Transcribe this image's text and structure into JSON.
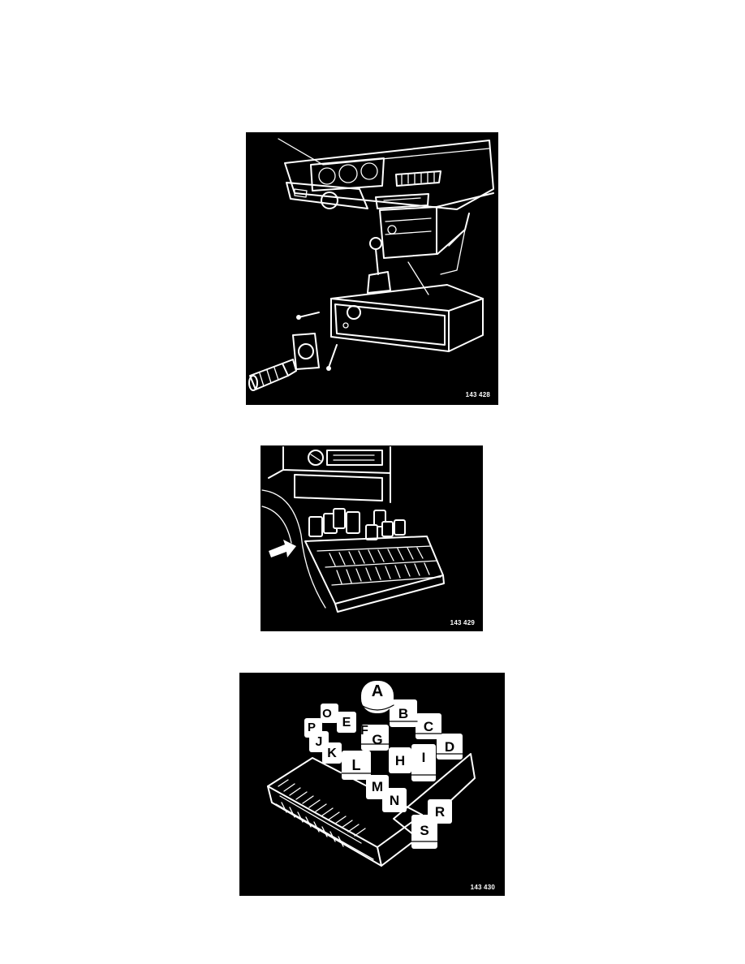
{
  "figures": [
    {
      "id": "143 428"
    },
    {
      "id": "143 429"
    },
    {
      "id": "143 430",
      "labels": [
        "A",
        "B",
        "C",
        "D",
        "O",
        "E",
        "F",
        "G",
        "P",
        "J",
        "K",
        "L",
        "H",
        "I",
        "M",
        "N",
        "R",
        "S"
      ]
    }
  ]
}
